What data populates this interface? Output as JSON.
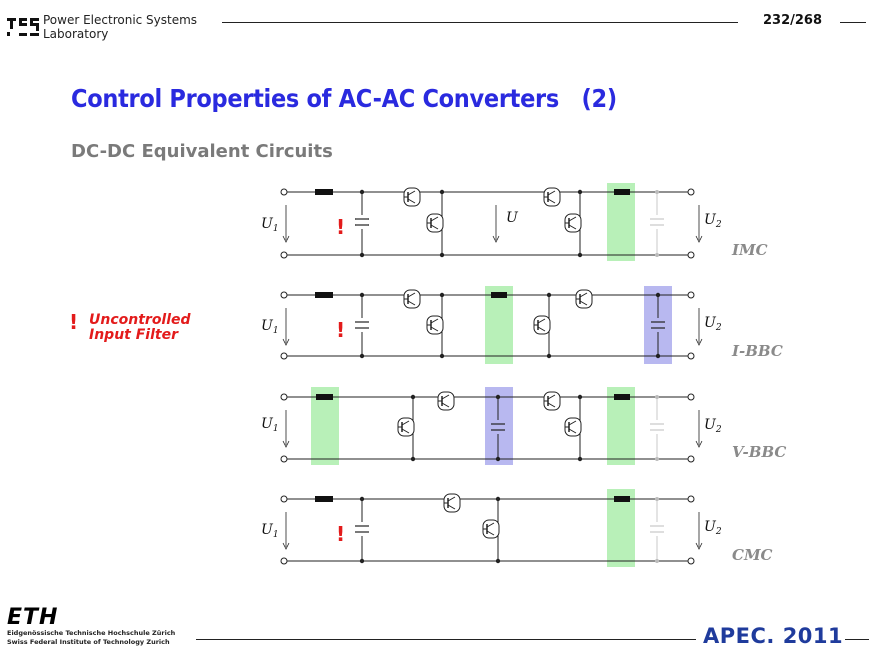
{
  "header": {
    "lab_line1": "Power Electronic Systems",
    "lab_line2": "Laboratory",
    "page": "232/268"
  },
  "title": "Control Properties of AC-AC Converters   (2)",
  "subtitle": "DC-DC Equivalent Circuits",
  "note": {
    "mark": "!",
    "line1": "Uncontrolled",
    "line2": "Input Filter"
  },
  "circuits": [
    {
      "name": "IMC",
      "u_in": "U",
      "u_in_sub": "1",
      "u_mid": "U",
      "u_out": "U",
      "u_out_sub": "2",
      "mark": "!"
    },
    {
      "name": "I-BBC",
      "u_in": "U",
      "u_in_sub": "1",
      "u_out": "U",
      "u_out_sub": "2",
      "mark": "!"
    },
    {
      "name": "V-BBC",
      "u_in": "U",
      "u_in_sub": "1",
      "u_out": "U",
      "u_out_sub": "2"
    },
    {
      "name": "CMC",
      "u_in": "U",
      "u_in_sub": "1",
      "u_out": "U",
      "u_out_sub": "2",
      "mark": "!"
    }
  ],
  "colors": {
    "title": "#2a2adf",
    "subtitle": "#7a7a7a",
    "warning": "#e31b1b",
    "inductor_highlight": "#b8f0b8",
    "capacitor_highlight": "#b8b8f0",
    "apec": "#1f3b9c"
  },
  "footer": {
    "eth": "ETH",
    "eth_line1": "Eidgenössische Technische Hochschule Zürich",
    "eth_line2": "Swiss Federal Institute of Technology Zurich",
    "conference": "APEC. 2011"
  }
}
